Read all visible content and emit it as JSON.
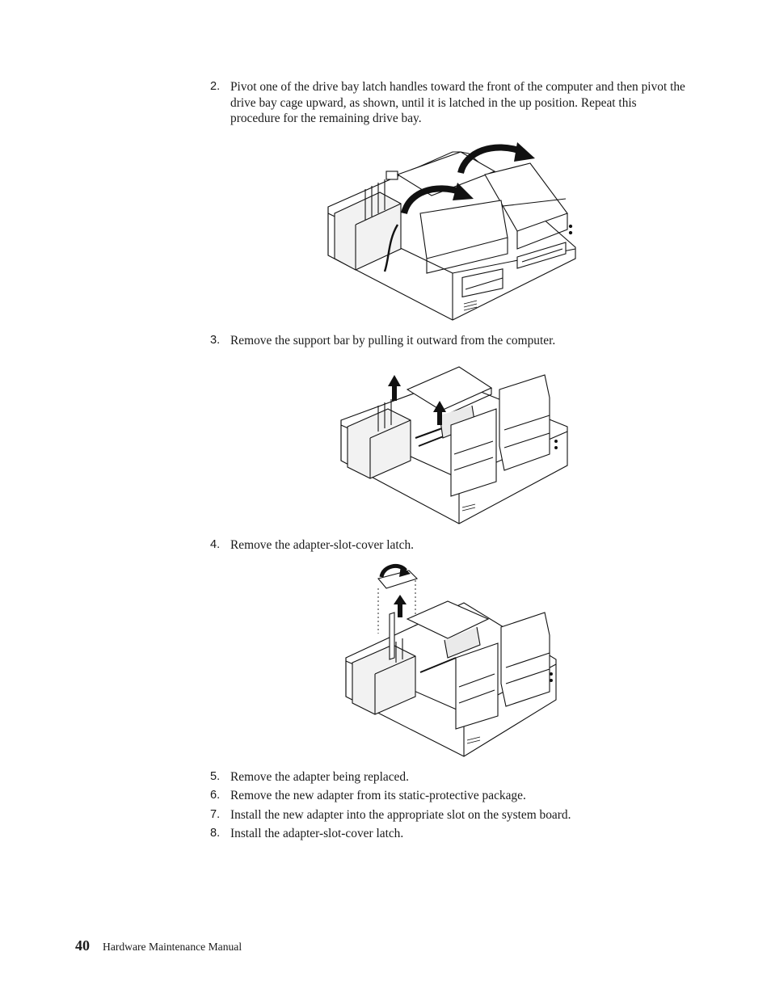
{
  "steps": [
    {
      "num": "2.",
      "text": "Pivot one of the drive bay latch handles toward the front of the computer and then pivot the drive bay cage upward, as shown, until it is latched in the up position. Repeat this procedure for the remaining drive bay."
    },
    {
      "num": "3.",
      "text": "Remove the support bar by pulling it outward from the computer."
    },
    {
      "num": "4.",
      "text": "Remove the adapter-slot-cover latch."
    },
    {
      "num": "5.",
      "text": "Remove the adapter being replaced."
    },
    {
      "num": "6.",
      "text": "Remove the new adapter from its static-protective package."
    },
    {
      "num": "7.",
      "text": "Install the new adapter into the appropriate slot on the system board."
    },
    {
      "num": "8.",
      "text": "Install the adapter-slot-cover latch."
    }
  ],
  "footer": {
    "page_number": "40",
    "manual_title": "Hardware Maintenance Manual"
  }
}
